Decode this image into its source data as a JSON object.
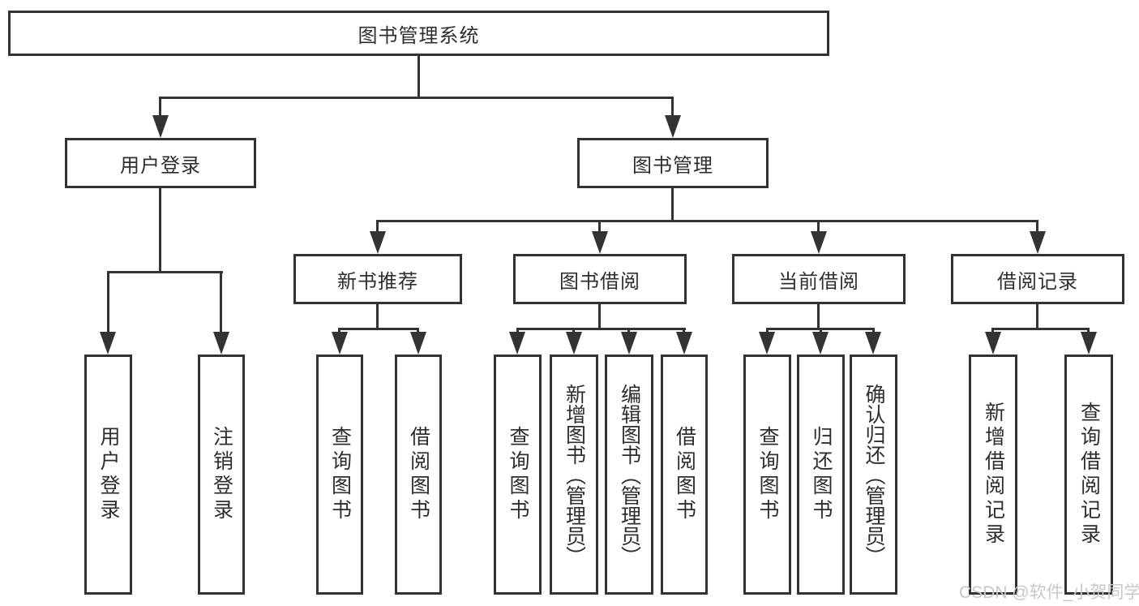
{
  "tree": {
    "label": "图书管理系统",
    "children": [
      {
        "label": "用户登录",
        "children": [
          {
            "label": "用户登录"
          },
          {
            "label": "注销登录"
          }
        ]
      },
      {
        "label": "图书管理",
        "children": [
          {
            "label": "新书推荐",
            "children": [
              {
                "label": "查询图书"
              },
              {
                "label": "借阅图书"
              }
            ]
          },
          {
            "label": "图书借阅",
            "children": [
              {
                "label": "查询图书"
              },
              {
                "label": "新增图书（管理员）"
              },
              {
                "label": "编辑图书（管理员）"
              },
              {
                "label": "借阅图书"
              }
            ]
          },
          {
            "label": "当前借阅",
            "children": [
              {
                "label": "查询图书"
              },
              {
                "label": "归还图书"
              },
              {
                "label": "确认归还（管理员）"
              }
            ]
          },
          {
            "label": "借阅记录",
            "children": [
              {
                "label": "新增借阅记录"
              },
              {
                "label": "查询借阅记录"
              }
            ]
          }
        ]
      }
    ]
  },
  "watermark": "CSDN @软件_小贺同学",
  "colors": {
    "line": "#333333",
    "text": "#2e2e2e",
    "watermark": "#c8c8c8",
    "background": "#ffffff"
  }
}
